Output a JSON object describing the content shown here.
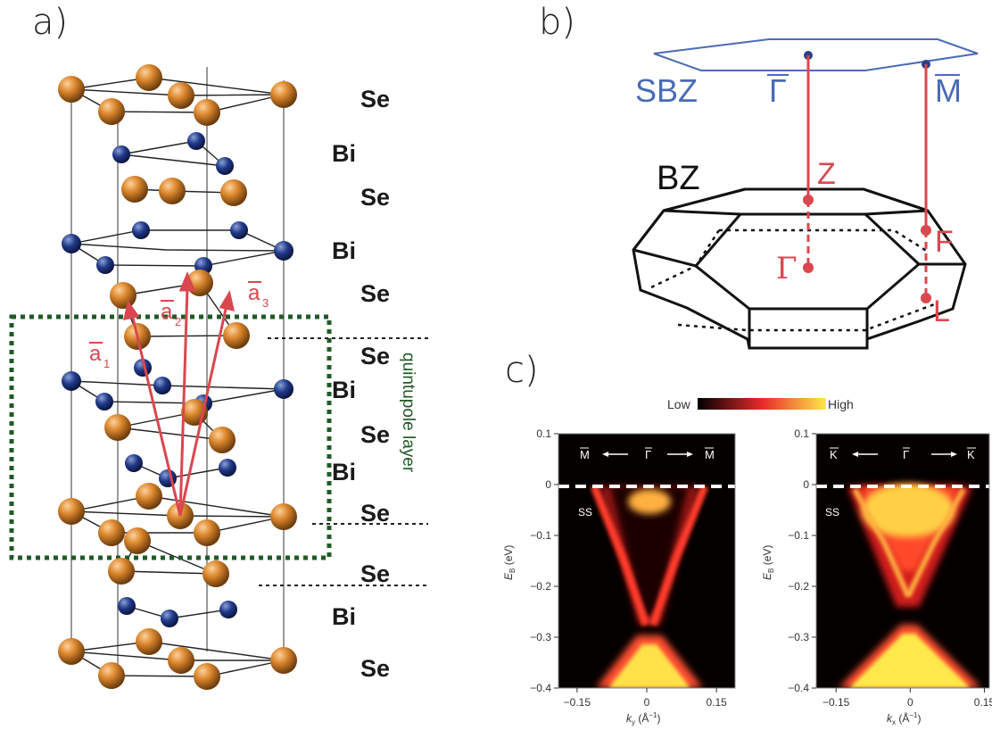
{
  "panels": {
    "a": "a)",
    "b": "b)",
    "c": "c)"
  },
  "layers": [
    "Se",
    "Bi",
    "Se",
    "Bi",
    "Se",
    "Se",
    "Bi",
    "Se",
    "Bi",
    "Se",
    "Se",
    "Bi",
    "Se"
  ],
  "vectors": {
    "a1": "a",
    "a1_sub": "1",
    "a2": "a",
    "a2_sub": "2",
    "a3": "a",
    "a3_sub": "3"
  },
  "quintuple_label": "quintupole layer",
  "bz": {
    "sbz": "SBZ",
    "bz": "BZ",
    "gamma_bar": "Γ",
    "m_bar": "M",
    "z": "Z",
    "gamma": "Γ",
    "f": "F",
    "l": "L"
  },
  "colorbar": {
    "low": "Low",
    "high": "High",
    "colors": [
      "#000000",
      "#e62a2a",
      "#ffe84a"
    ]
  },
  "chart_data": [
    {
      "type": "heatmap",
      "title": "",
      "xlabel": "k_y (Å⁻¹)",
      "ylabel": "E_B (eV)",
      "xticks": [
        "-0.15",
        "0",
        "0.15"
      ],
      "yticks": [
        "0.1",
        "0",
        "-0.1",
        "-0.2",
        "-0.3",
        "-0.4"
      ],
      "xlim": [
        -0.19,
        0.19
      ],
      "ylim": [
        -0.4,
        0.1
      ],
      "annotations": [
        "M",
        "Γ",
        "M",
        "SS"
      ],
      "dirac_point_eV": -0.3
    },
    {
      "type": "heatmap",
      "title": "",
      "xlabel": "k_x (Å⁻¹)",
      "ylabel": "E_B (eV)",
      "xticks": [
        "-0.15",
        "0",
        "0.15"
      ],
      "yticks": [
        "0.1",
        "0",
        "-0.1",
        "-0.2",
        "-0.3",
        "-0.4"
      ],
      "xlim": [
        -0.19,
        0.16
      ],
      "ylim": [
        -0.4,
        0.1
      ],
      "annotations": [
        "K",
        "Γ",
        "K",
        "SS"
      ],
      "dirac_point_eV": -0.3
    }
  ]
}
